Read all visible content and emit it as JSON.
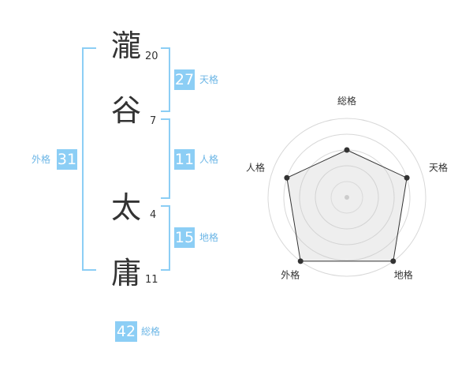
{
  "name_chars": [
    {
      "char": "瀧",
      "strokes": "20"
    },
    {
      "char": "谷",
      "strokes": "7"
    },
    {
      "char": "太",
      "strokes": "4"
    },
    {
      "char": "庸",
      "strokes": "11"
    }
  ],
  "fortune": {
    "tenkaku": {
      "value": "27",
      "label": "天格"
    },
    "jinkaku": {
      "value": "11",
      "label": "人格"
    },
    "chikaku": {
      "value": "15",
      "label": "地格"
    },
    "gaikaku": {
      "value": "31",
      "label": "外格"
    },
    "soukaku": {
      "value": "42",
      "label": "総格"
    }
  },
  "colors": {
    "accent": "#8ccef5",
    "label": "#6cb6e6",
    "text": "#333333"
  },
  "chart_data": {
    "type": "radar",
    "axes": [
      "総格",
      "天格",
      "地格",
      "外格",
      "人格"
    ],
    "levels": 5,
    "values": [
      3,
      4,
      5,
      5,
      4
    ],
    "max": 5
  }
}
